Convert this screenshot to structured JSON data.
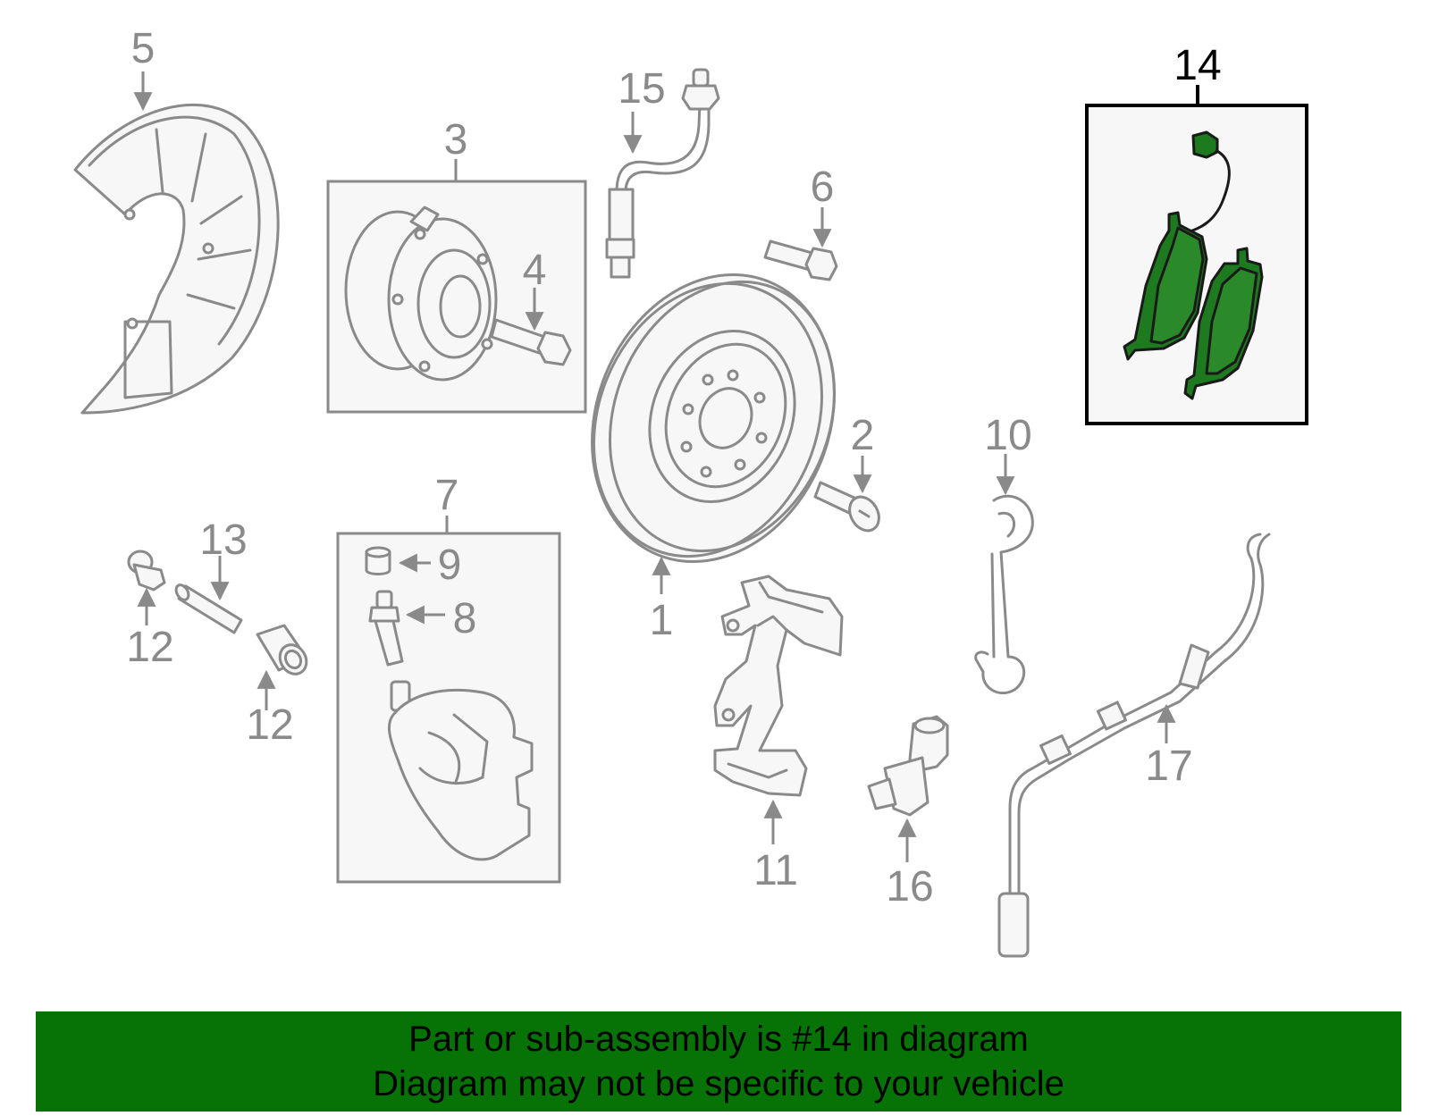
{
  "callouts": {
    "c1": "1",
    "c2": "2",
    "c3": "3",
    "c4": "4",
    "c5": "5",
    "c6": "6",
    "c7": "7",
    "c8": "8",
    "c9": "9",
    "c10": "10",
    "c11": "11",
    "c12a": "12",
    "c12b": "12",
    "c13": "13",
    "c14": "14",
    "c15": "15",
    "c16": "16",
    "c17": "17"
  },
  "banner": {
    "line1": "Part or sub-assembly is #14 in diagram",
    "line2": "Diagram may not be specific to your vehicle"
  },
  "colors": {
    "banner_bg": "#077307",
    "highlight_part": "#1e7a1e",
    "part_line": "#8a8a8a"
  }
}
